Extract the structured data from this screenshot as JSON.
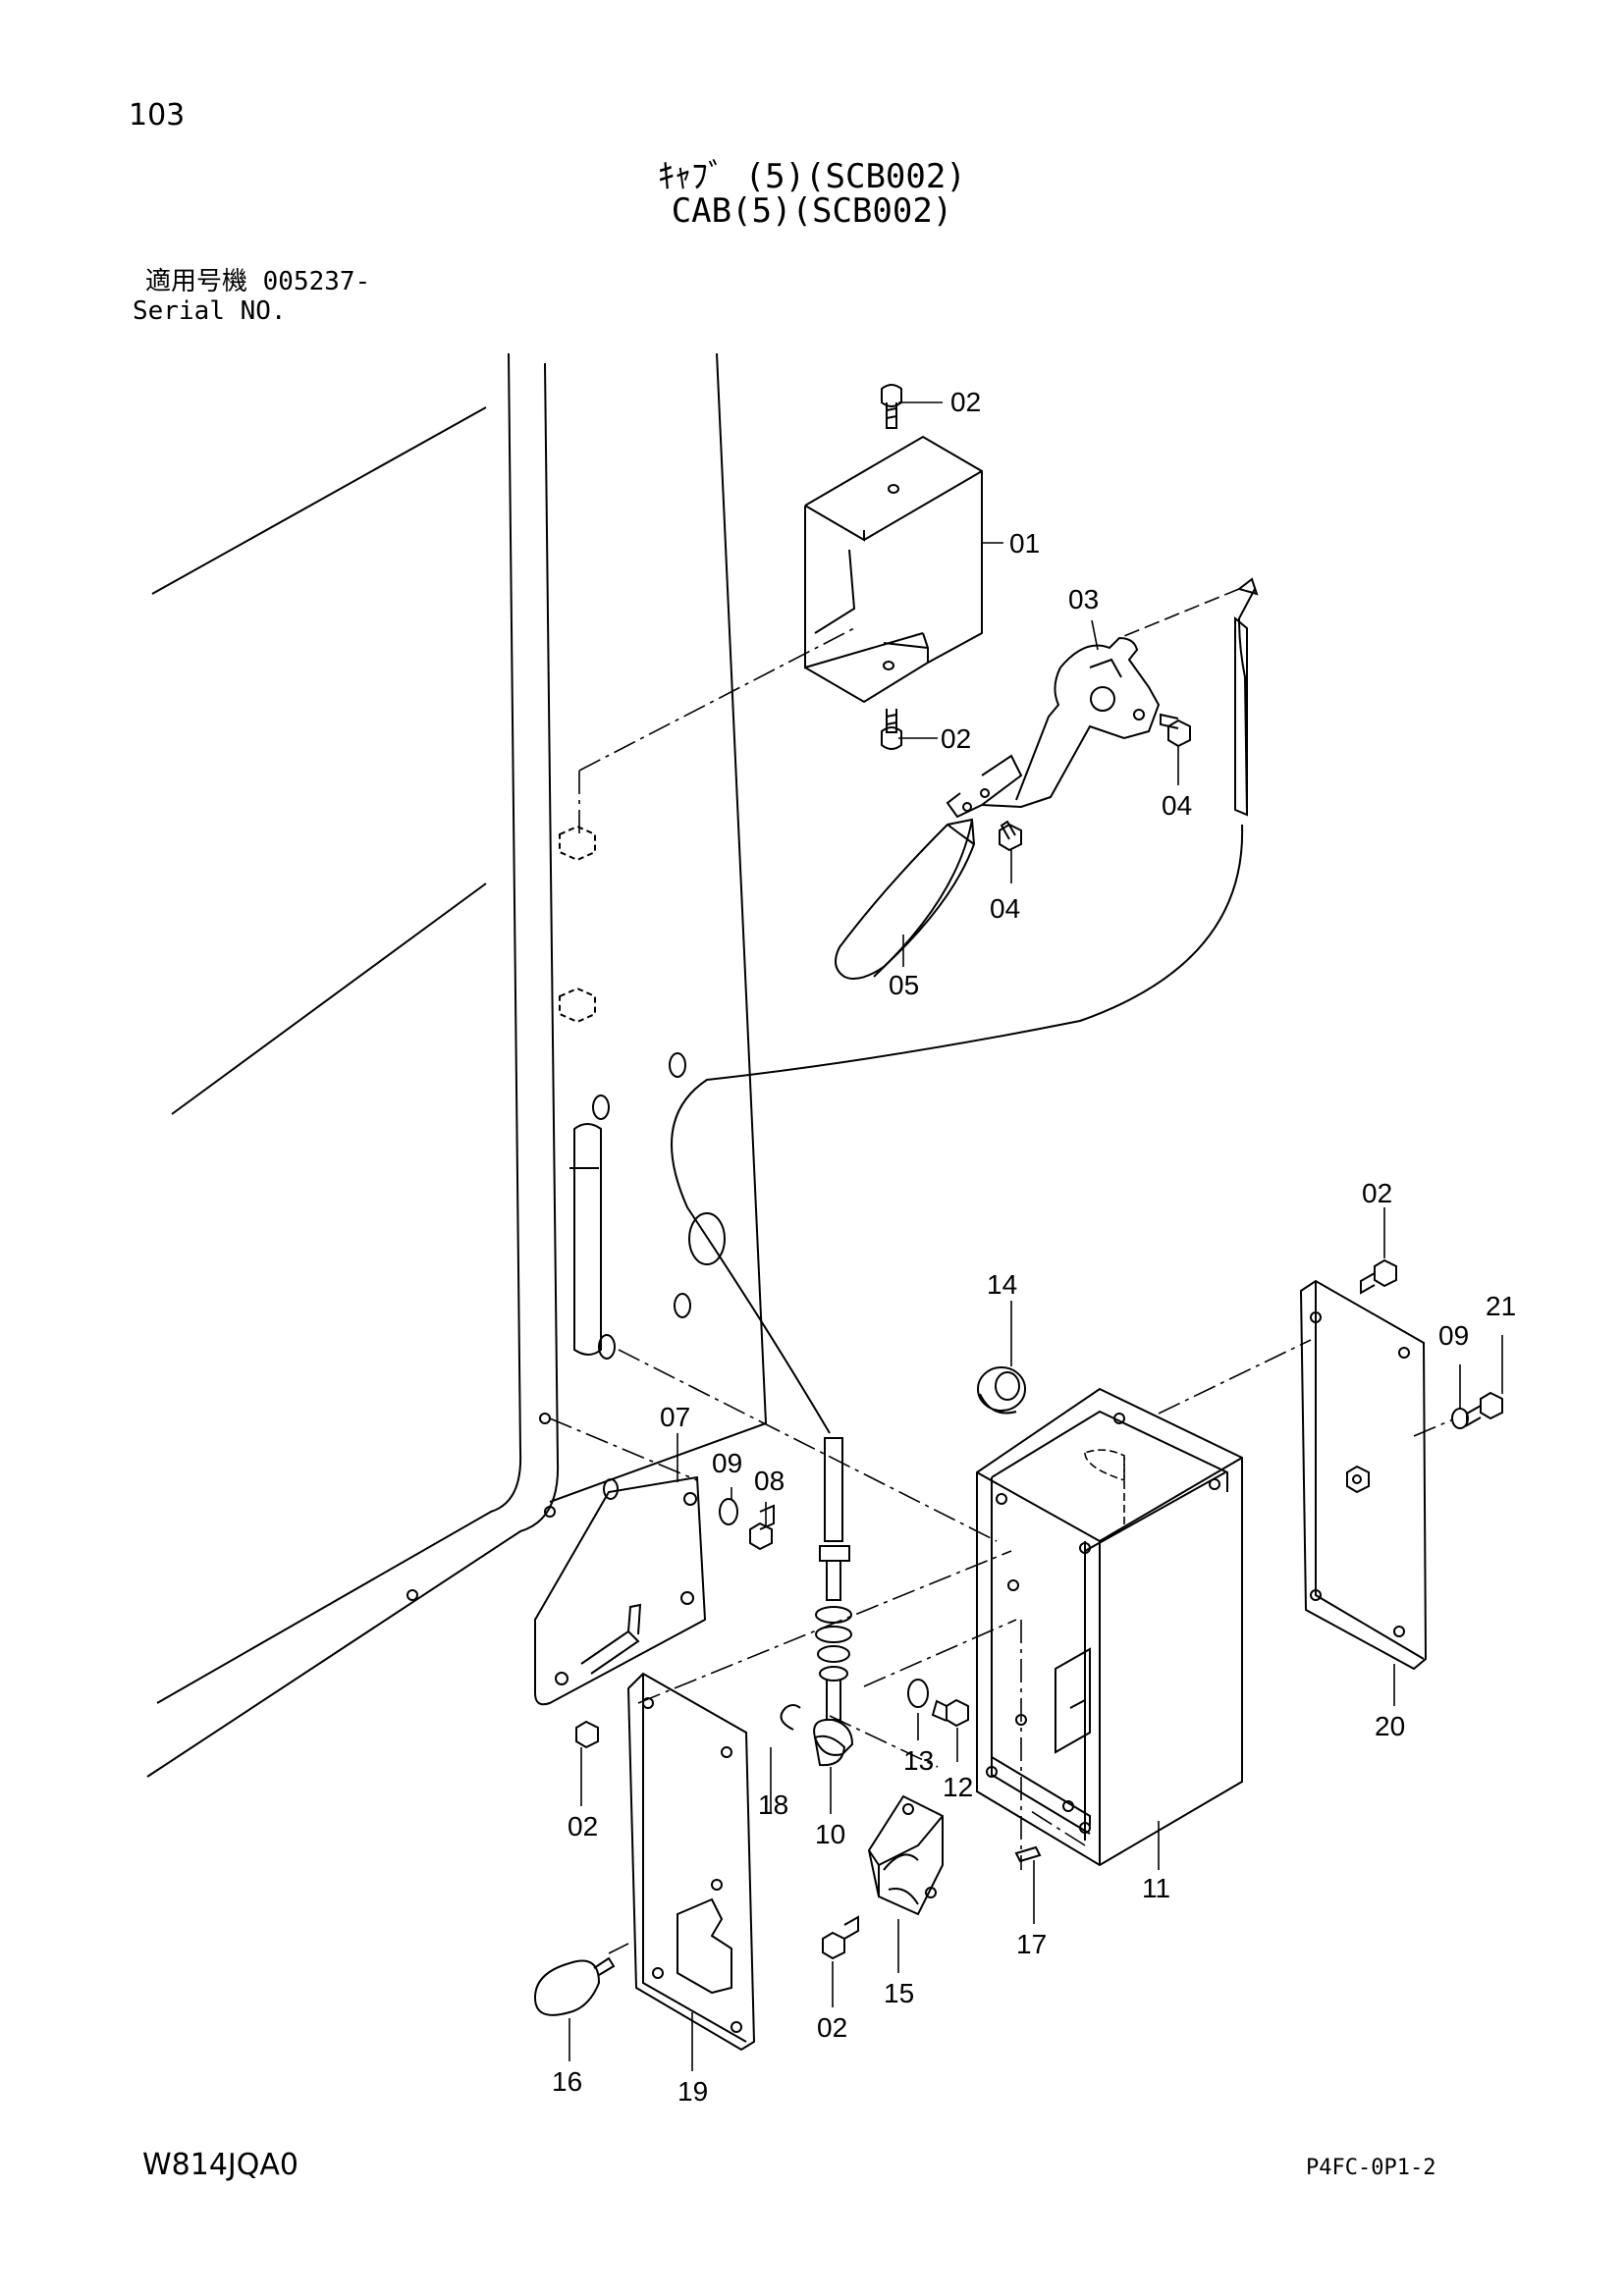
{
  "header": {
    "page_number": "103",
    "title_jp": "ｷｬﾌﾞ (5)(SCB002)",
    "title_en": "CAB(5)(SCB002)",
    "serial_label_jp": "適用号機 005237-",
    "serial_label_en": "Serial NO."
  },
  "footer": {
    "doc_code": "W814JQA0",
    "page_code": "P4FC-0P1-2"
  },
  "callouts": {
    "c01": "01",
    "c02a": "02",
    "c02b": "02",
    "c02c": "02",
    "c02d": "02",
    "c02e": "02",
    "c03": "03",
    "c04a": "04",
    "c04b": "04",
    "c05": "05",
    "c07": "07",
    "c08": "08",
    "c09a": "09",
    "c09b": "09",
    "c10": "10",
    "c11": "11",
    "c12": "12",
    "c13": "13",
    "c14": "14",
    "c15": "15",
    "c16": "16",
    "c17": "17",
    "c18": "18",
    "c19": "19",
    "c20": "20",
    "c21": "21"
  }
}
